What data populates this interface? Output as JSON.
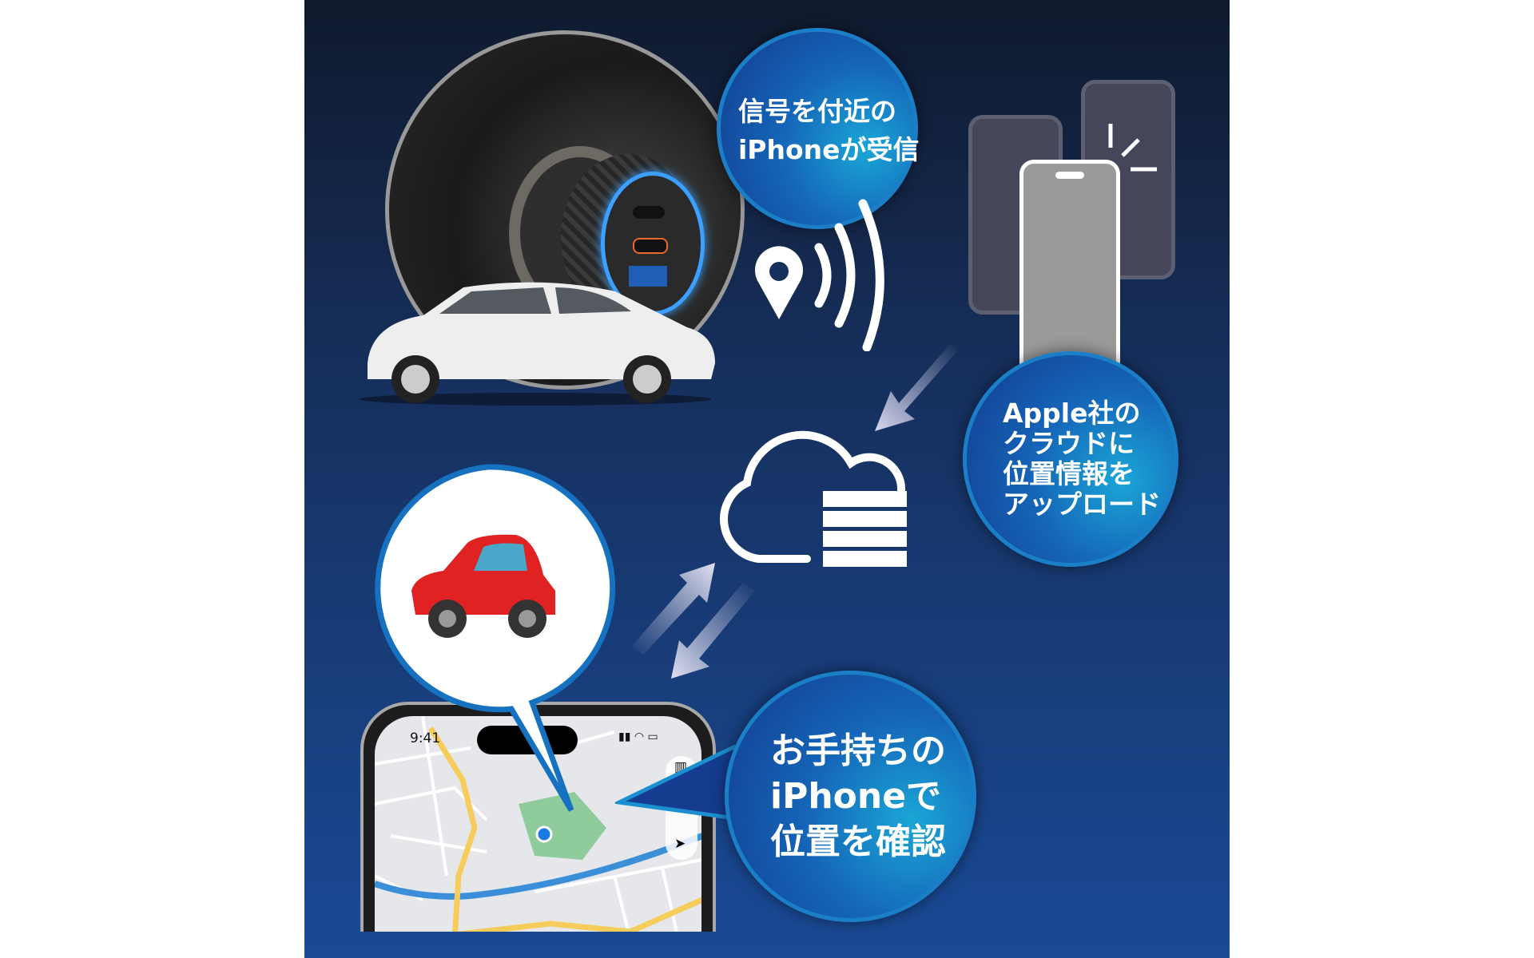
{
  "bubbles": {
    "receive": {
      "line1": "信号を付近の",
      "line2": "iPhoneが受信"
    },
    "upload": {
      "line1": "Apple社の",
      "line2": "クラウドに",
      "line3": "位置情報を",
      "line4": "アップロード"
    },
    "confirm": {
      "line1": "お手持ちの",
      "line2": "iPhoneで",
      "line3": "位置を確認"
    }
  },
  "phone_status": {
    "time": "9:41"
  },
  "icons": [
    "location-pin-icon",
    "signal-waves-icon",
    "cloud-database-icon",
    "car-icon",
    "sync-arrows-icon",
    "map-icon",
    "location-arrow-icon"
  ],
  "colors": {
    "background_top": "#101a2e",
    "background_bottom": "#1a4a96",
    "bubble": "#1565b8",
    "bubble_border": "#1b7fc8"
  }
}
